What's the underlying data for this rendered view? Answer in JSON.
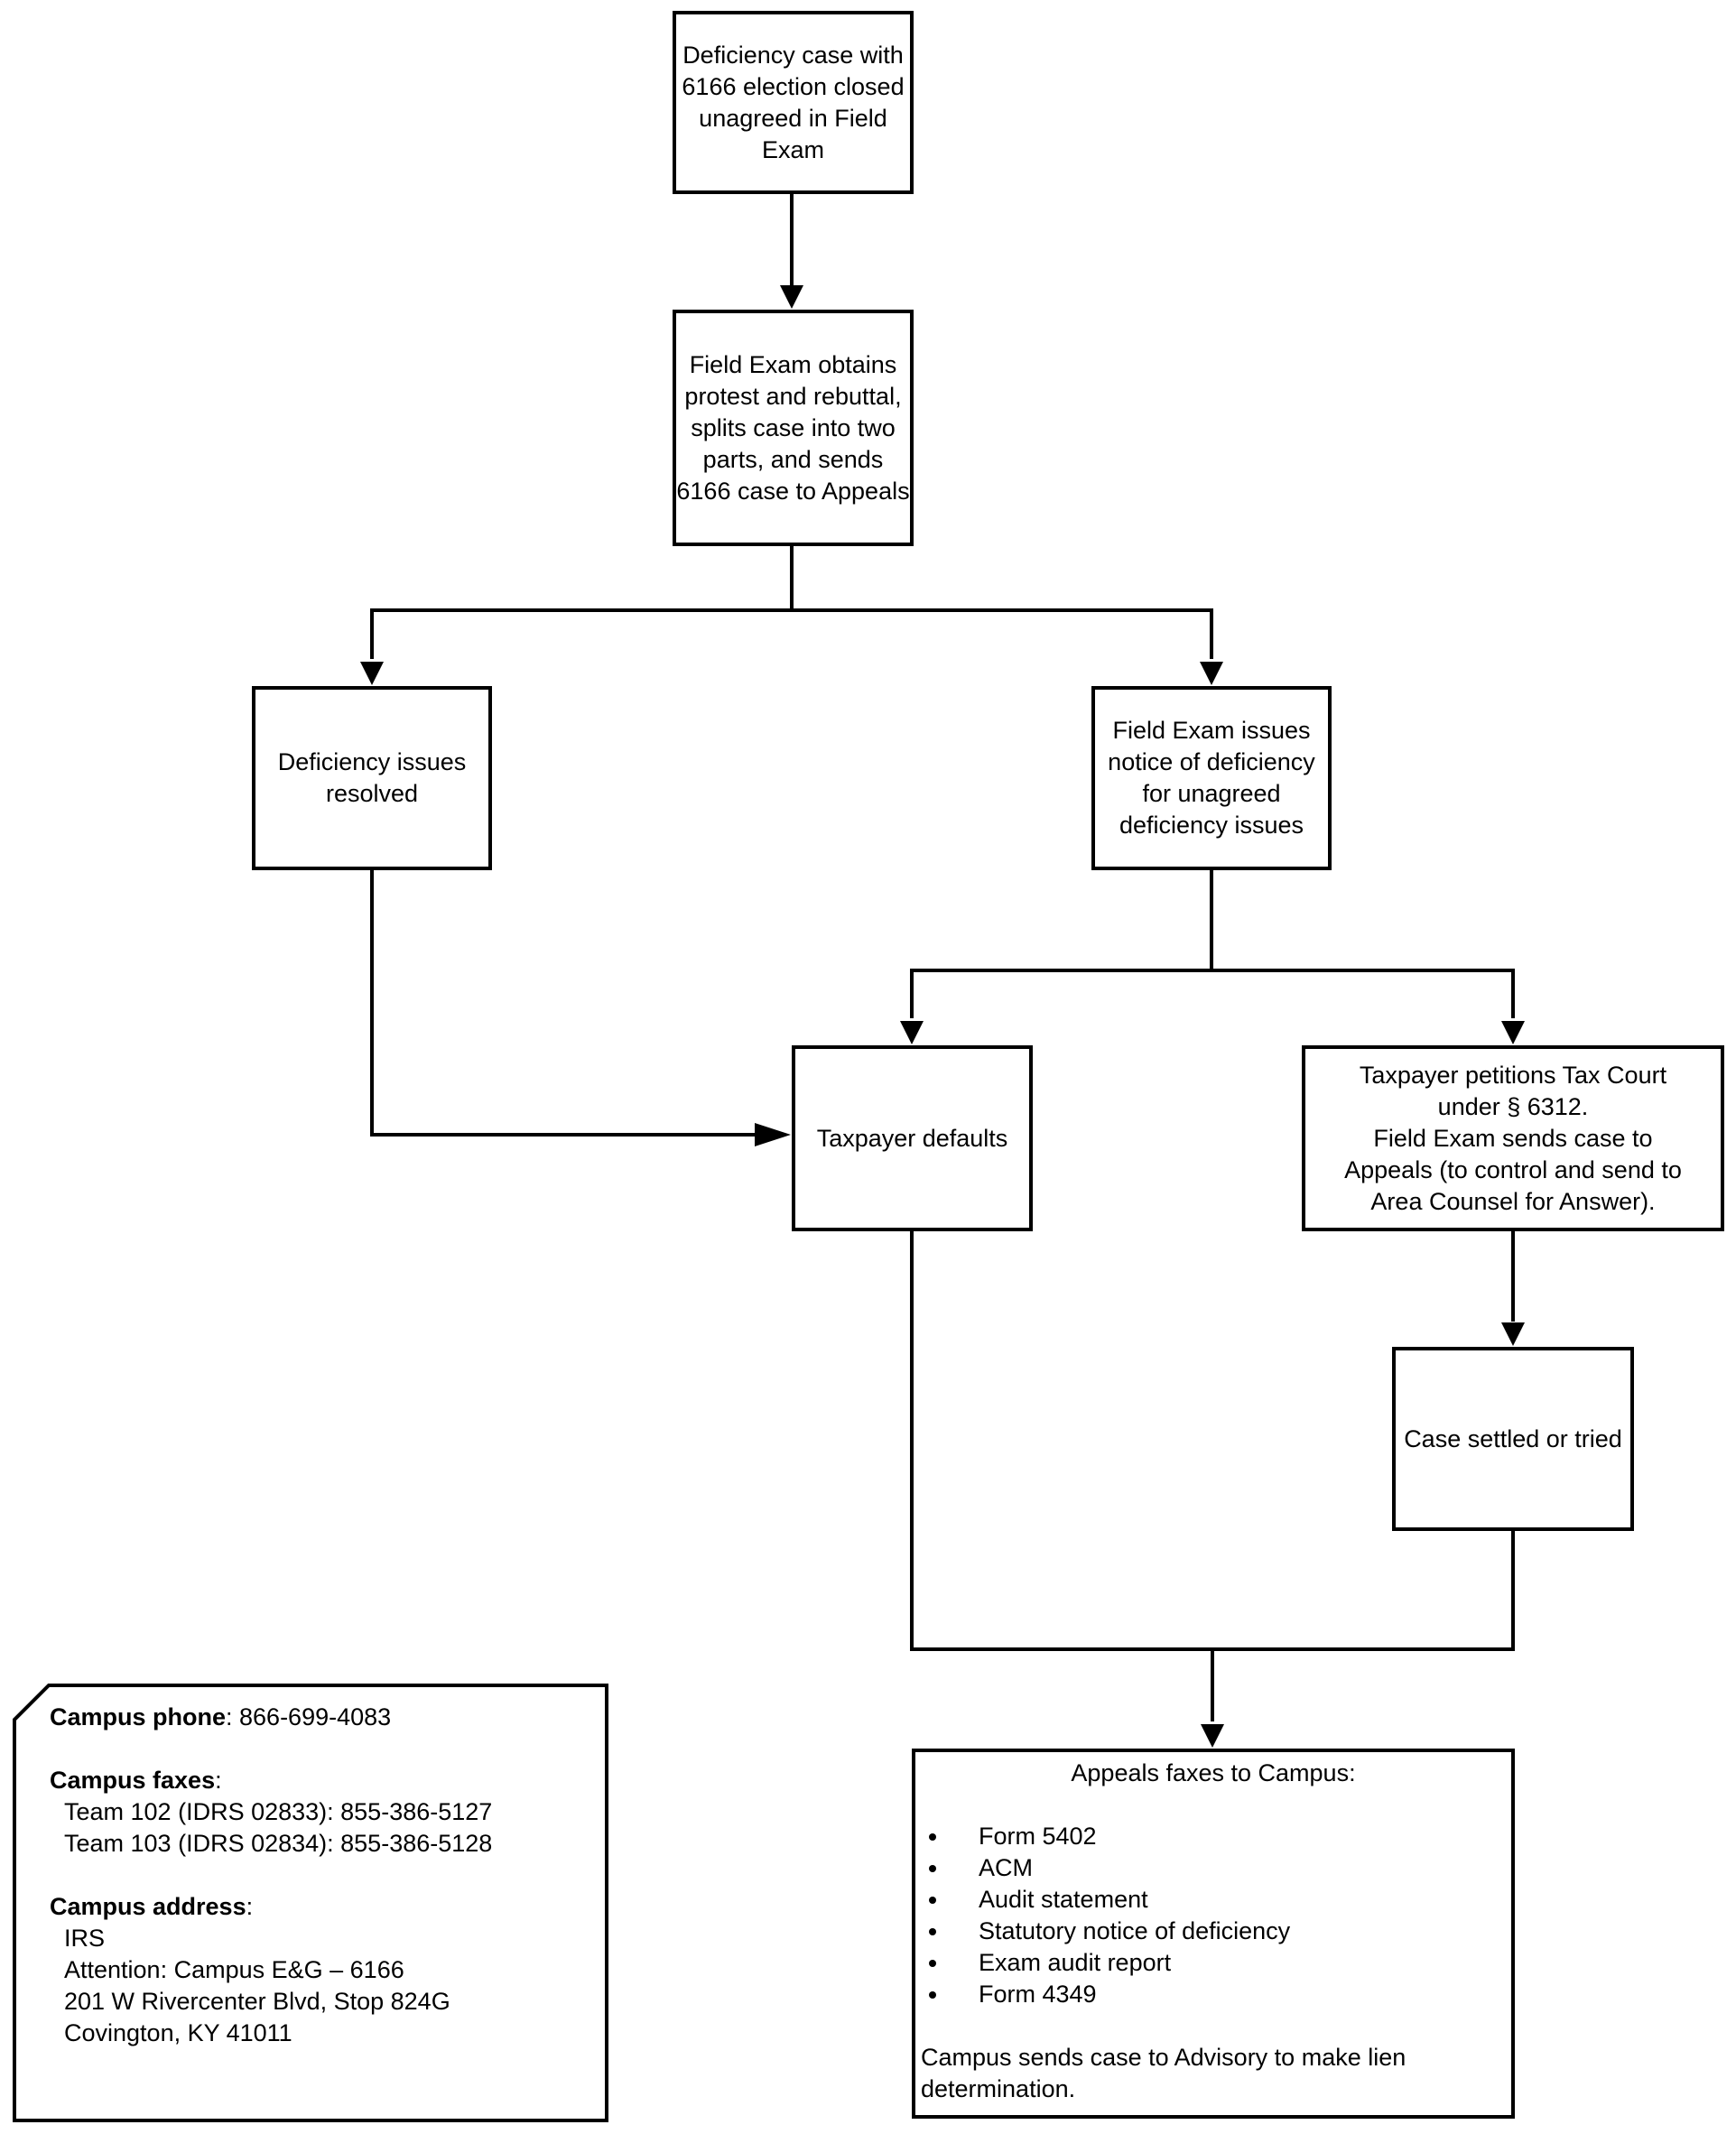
{
  "flowchart": {
    "start": "Deficiency case with 6166 election closed unagreed in Field Exam",
    "field_exam_split": "Field Exam obtains protest and rebuttal, splits case into two parts, and sends 6166 case to Appeals",
    "deficiency_resolved": "Deficiency issues resolved",
    "notice_of_deficiency": "Field Exam issues notice of deficiency for unagreed deficiency issues",
    "taxpayer_defaults": "Taxpayer defaults",
    "taxpayer_petitions": [
      "Taxpayer petitions Tax Court",
      "under § 6312.",
      "Field Exam sends case to",
      "Appeals (to control and send to",
      "Area Counsel for Answer)."
    ],
    "case_settled": "Case settled or tried",
    "appeals_fax": {
      "title": "Appeals faxes to Campus:",
      "items": [
        "Form 5402",
        "ACM",
        "Audit statement",
        "Statutory notice of deficiency",
        "Exam audit report",
        "Form 4349"
      ],
      "footer": "Campus sends case to Advisory to make lien determination."
    }
  },
  "contact": {
    "phone_label": "Campus phone",
    "phone_value": ": 866-699-4083",
    "faxes_label": "Campus faxes",
    "faxes_colon": ":",
    "faxes": [
      "Team 102 (IDRS 02833): 855-386-5127",
      "Team 103 (IDRS 02834): 855-386-5128"
    ],
    "address_label": "Campus address",
    "address_colon": ":",
    "address": [
      "IRS",
      "Attention: Campus E&G – 6166",
      "201 W Rivercenter Blvd, Stop 824G",
      "Covington, KY  41011"
    ]
  }
}
